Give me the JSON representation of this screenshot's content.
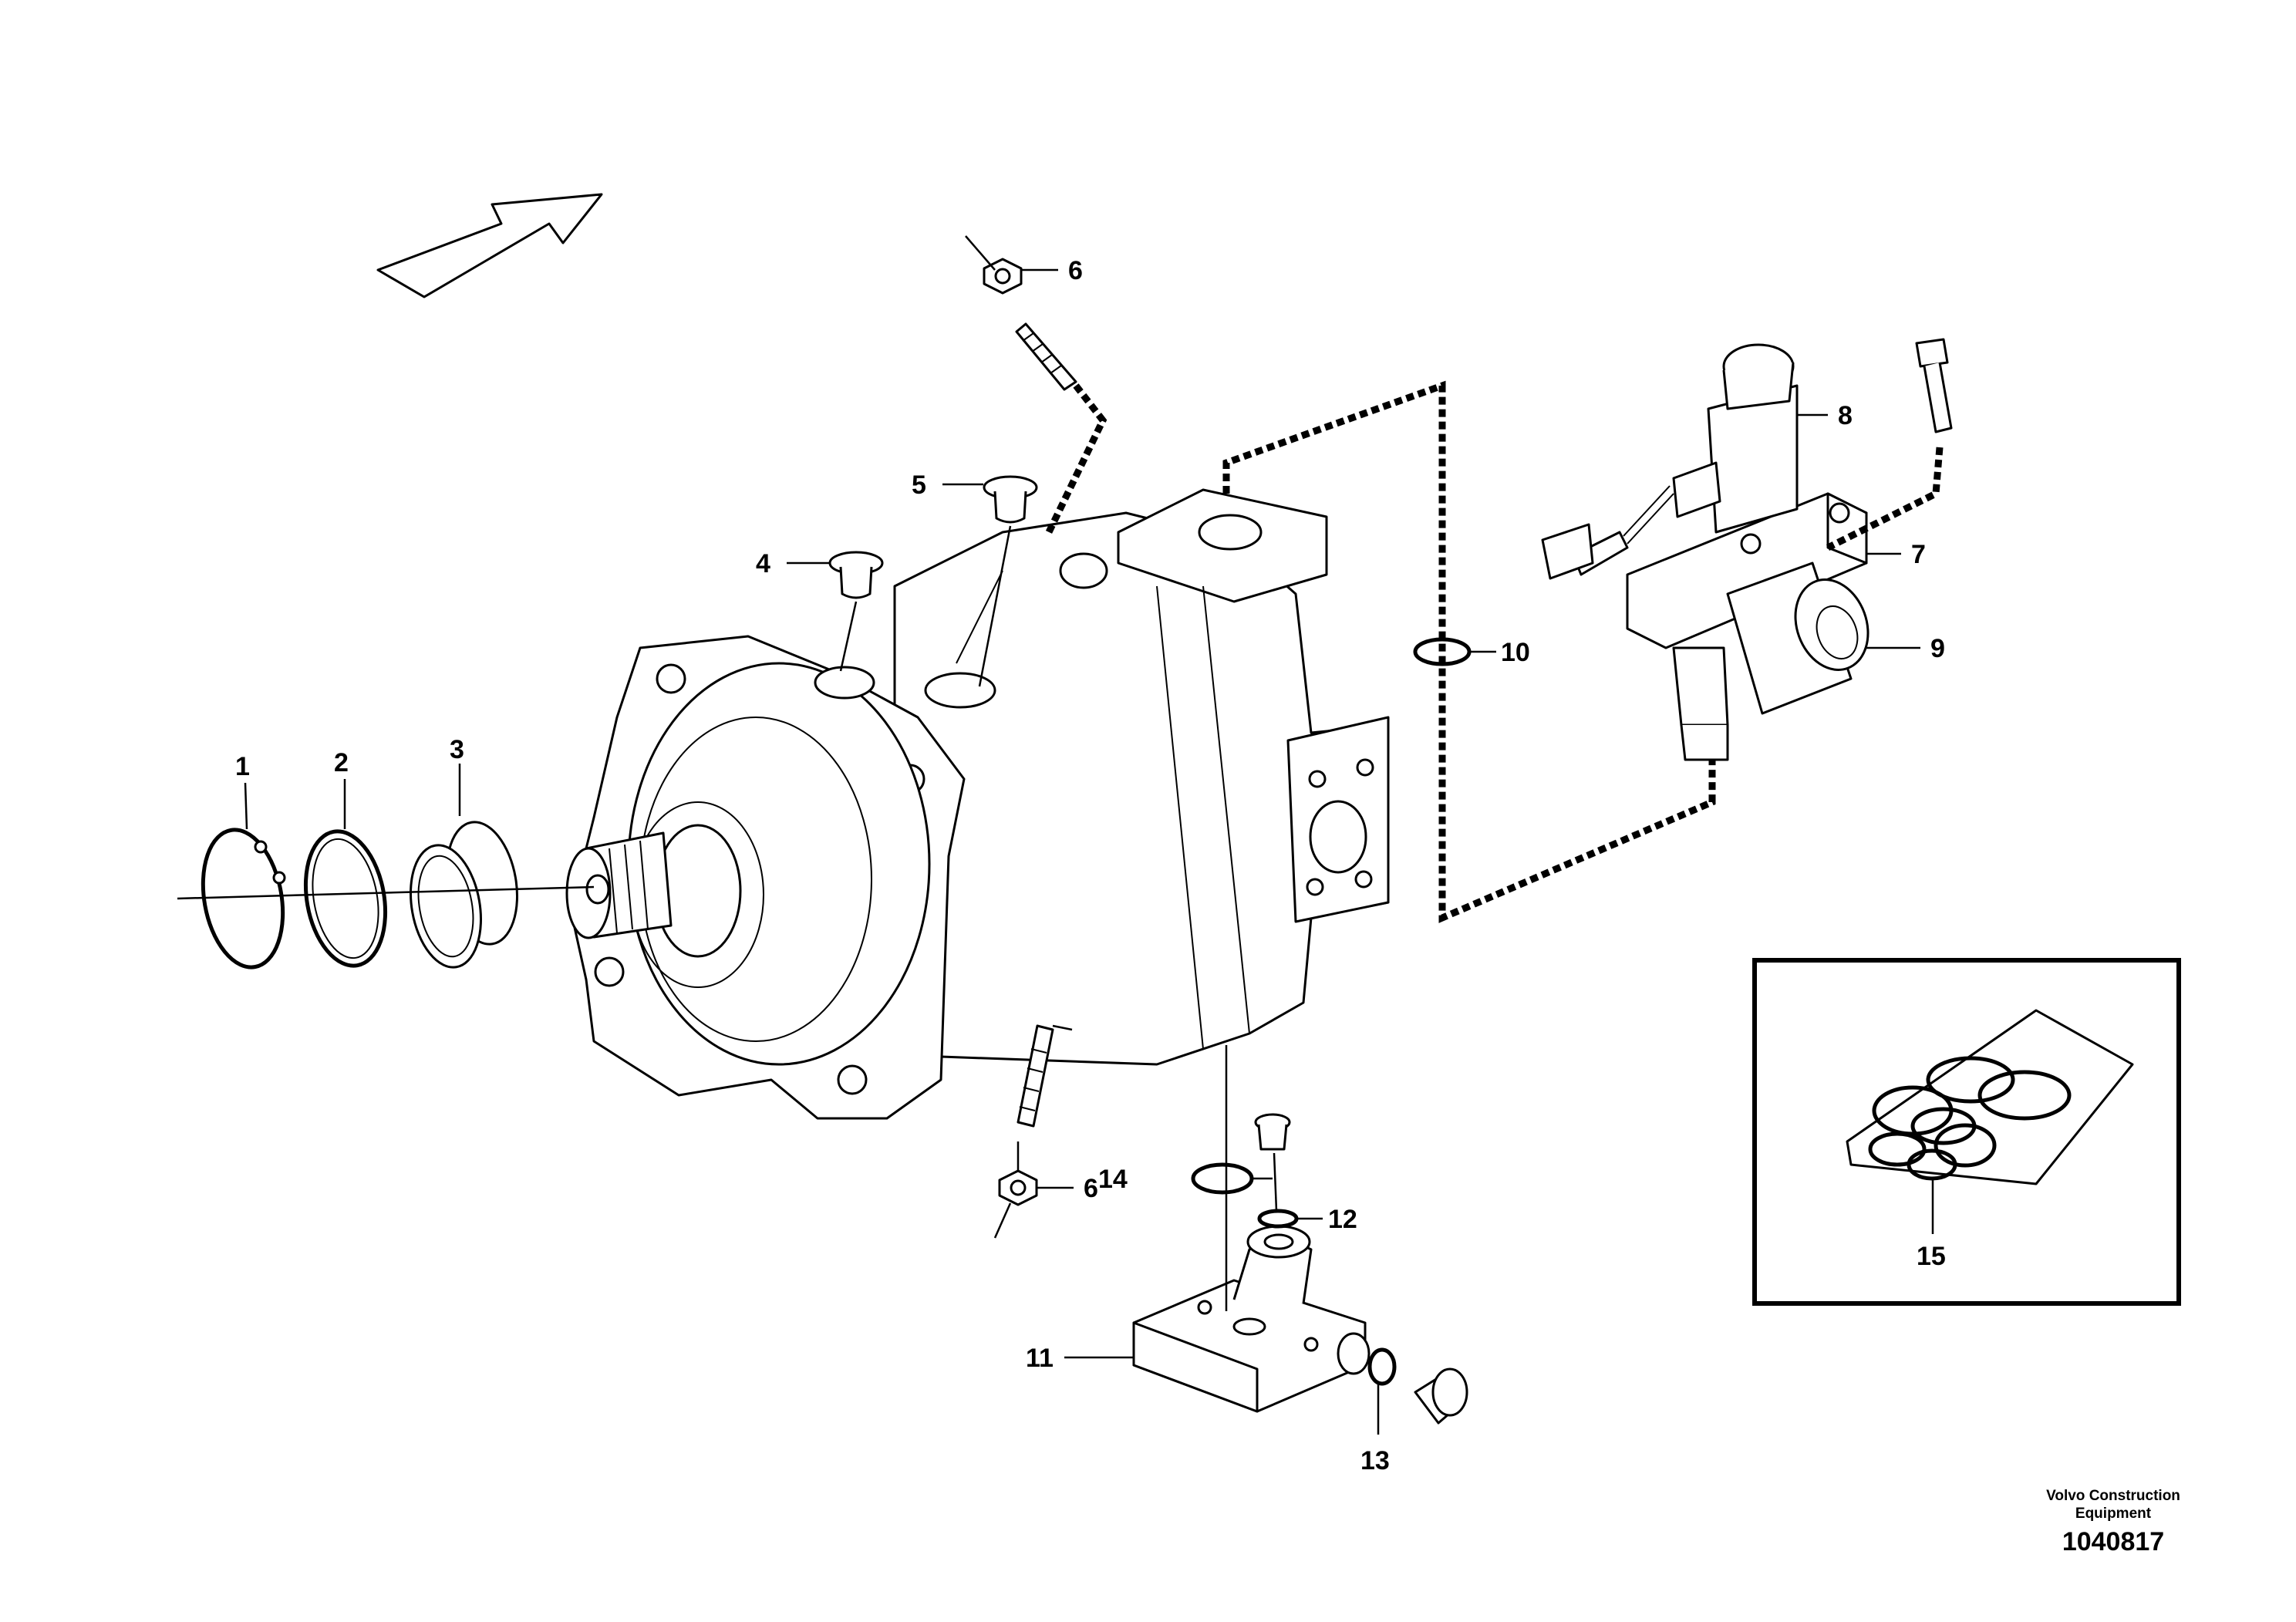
{
  "callouts": [
    "1",
    "2",
    "3",
    "4",
    "5",
    "6",
    "7",
    "8",
    "9",
    "10",
    "11",
    "12",
    "13",
    "14",
    "15"
  ],
  "callout_6_lower": "6",
  "credit": {
    "line1": "Volvo Construction",
    "line2": "Equipment"
  },
  "document_number": "1040817"
}
